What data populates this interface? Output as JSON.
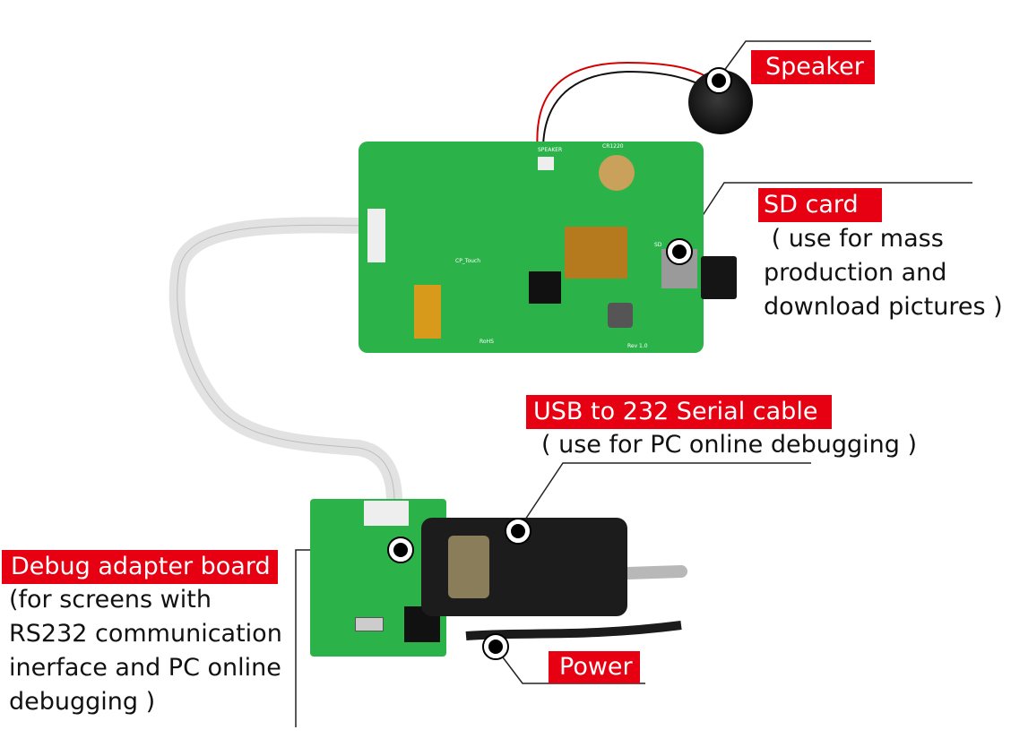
{
  "labels": {
    "speaker": {
      "title": "Speaker"
    },
    "sd_card": {
      "title": "SD card",
      "description": " ( use for mass\nproduction and\ndownload pictures )"
    },
    "usb_serial": {
      "title": "USB to 232 Serial cable",
      "description": "( use for PC online debugging )"
    },
    "debug_board": {
      "title": "Debug adapter board",
      "description": "(for screens with\nRS232 communication\ninerface and PC online\ndebugging )"
    },
    "power": {
      "title": "Power"
    }
  },
  "board": {
    "silkscreen": {
      "speaker": "SPEAKER",
      "battery": "CR1220",
      "touch": "CP_Touch",
      "sd": "SD",
      "rev": "Rev 1.0",
      "rohs": "RoHS"
    }
  },
  "colors": {
    "tag_red": "#e60012",
    "pcb_green": "#2bb34a",
    "text": "#111111"
  }
}
